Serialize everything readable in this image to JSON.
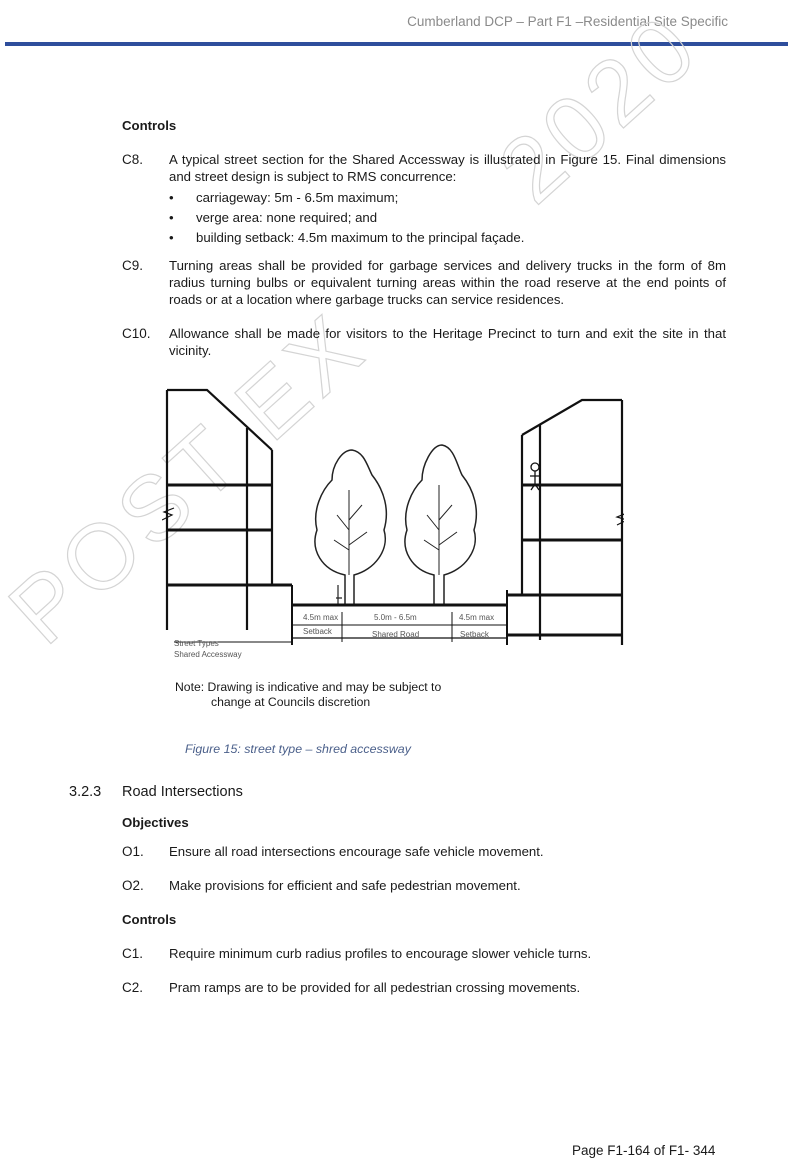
{
  "header": {
    "title": "Cumberland DCP – Part F1 –Residential Site Specific"
  },
  "watermark": {
    "text": "POST EX... 2020"
  },
  "controls_heading": "Controls",
  "controls": [
    {
      "num": "C8.",
      "text": "A typical street section for the Shared Accessway is illustrated in Figure 15. Final dimensions and street design is subject to RMS concurrence:",
      "bullets": [
        "carriageway: 5m - 6.5m maximum;",
        "verge area: none required; and",
        "building setback: 4.5m maximum to the principal façade."
      ]
    },
    {
      "num": "C9.",
      "text": "Turning areas shall be provided for garbage services and delivery trucks in the form of 8m radius turning bulbs or equivalent turning areas within the road reserve at the end points of roads or at a location where garbage trucks can service residences."
    },
    {
      "num": "C10.",
      "text": "Allowance shall be made for visitors to the Heritage Precinct to turn and exit the site in that vicinity."
    }
  ],
  "figure": {
    "dim_left": "4.5m max",
    "dim_center": "5.0m - 6.5m",
    "dim_right": "4.5m max",
    "label_left": "Setback",
    "label_center": "Shared Road",
    "label_right": "Setback",
    "street_types_1": "Street Types",
    "street_types_2": "Shared Accessway",
    "note_line1": "Note: Drawing is indicative and may be subject to",
    "note_line2": "change at Councils discretion",
    "caption": "Figure 15: street type – shred accessway"
  },
  "section": {
    "number": "3.2.3",
    "title": "Road Intersections",
    "objectives_heading": "Objectives",
    "objectives": [
      {
        "num": "O1.",
        "text": "Ensure all road intersections encourage safe vehicle movement."
      },
      {
        "num": "O2.",
        "text": "Make provisions for efficient and safe pedestrian movement."
      }
    ],
    "controls_heading": "Controls",
    "controls": [
      {
        "num": "C1.",
        "text": "Require minimum curb radius profiles to encourage slower vehicle turns."
      },
      {
        "num": "C2.",
        "text": "Pram ramps are to be provided for all pedestrian crossing movements."
      }
    ]
  },
  "footer": {
    "page": "Page F1-164 of F1- 344"
  }
}
